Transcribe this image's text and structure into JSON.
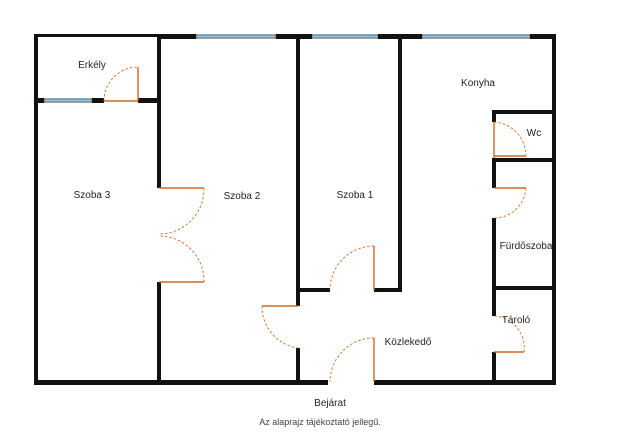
{
  "rooms": {
    "erkely": "Erkély",
    "szoba3": "Szoba 3",
    "szoba2": "Szoba 2",
    "szoba1": "Szoba 1",
    "konyha": "Konyha",
    "wc": "Wc",
    "furdoszoba": "Fürdőszoba",
    "tarolo": "Tároló",
    "kozlekedo": "Közlekedő"
  },
  "entrance_label": "Bejárat",
  "disclaimer": "Az alaprajz tájékoztató jellegű.",
  "colors": {
    "wall": "#111111",
    "door": "#d2691e",
    "window_glass": "#7fc7e8"
  }
}
